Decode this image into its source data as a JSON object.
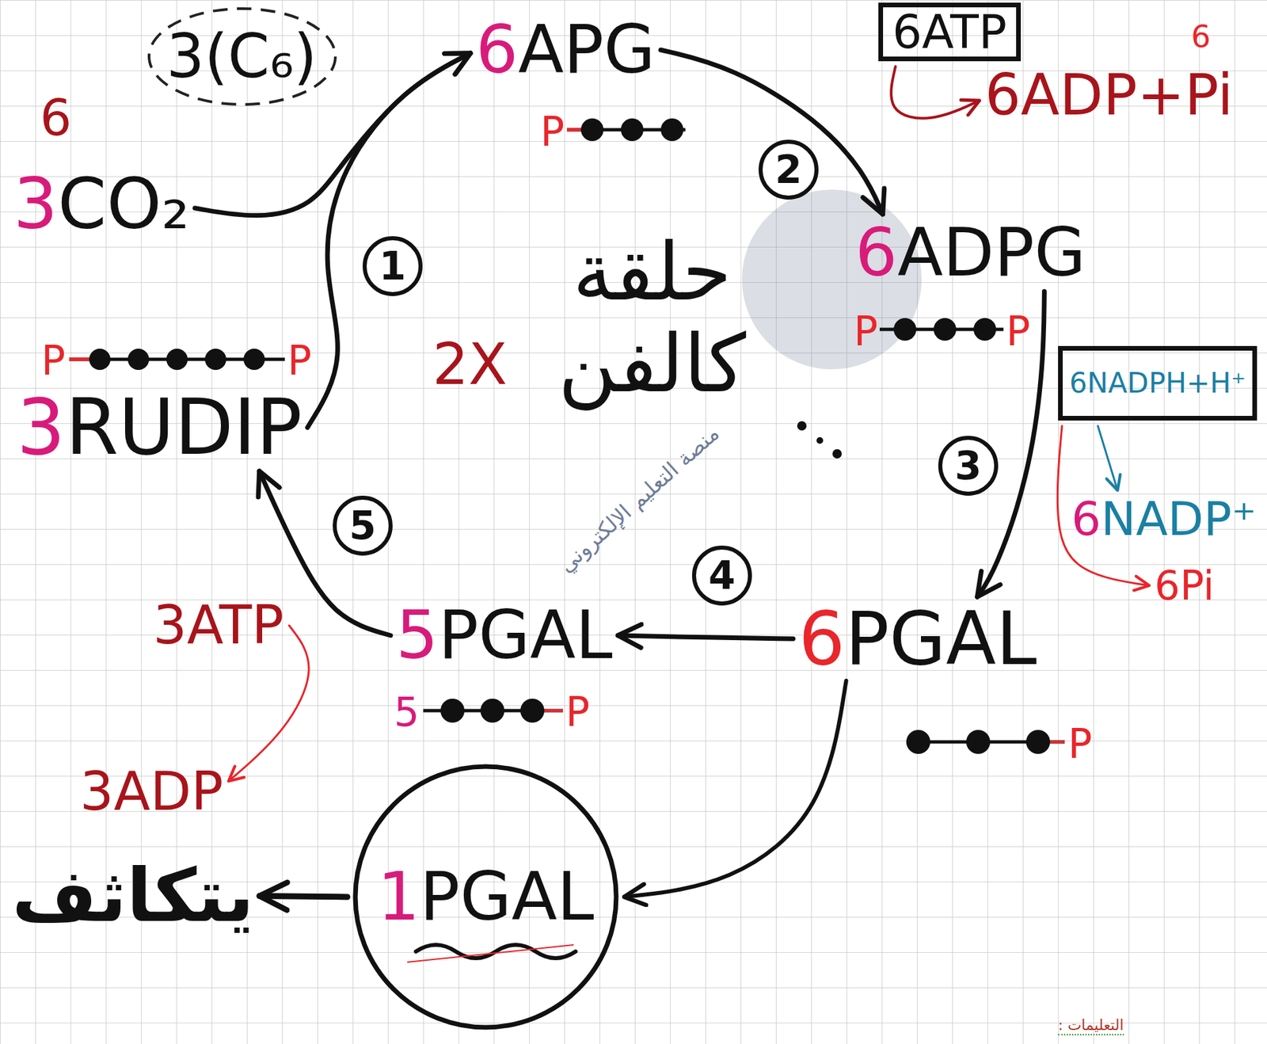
{
  "diagram": {
    "nodes": [
      {
        "text": [
          "6",
          "APG"
        ]
      },
      {
        "text": [
          "6ATP"
        ]
      },
      {
        "text": [
          "6ADP+Pi"
        ]
      },
      {
        "text": [
          "3",
          "CO₂"
        ]
      },
      {
        "text": [
          "6",
          "ADPG"
        ]
      },
      {
        "text": [
          "6NADPH+H⁺"
        ]
      },
      {
        "text": [
          "6",
          "NADP⁺"
        ]
      },
      {
        "text": [
          "6Pi"
        ]
      },
      {
        "text": [
          "3",
          "RUDIP"
        ]
      },
      {
        "text": [
          "5",
          "PGAL"
        ]
      },
      {
        "text": [
          "6",
          "PGAL"
        ]
      },
      {
        "text": [
          "3ATP"
        ]
      },
      {
        "text": [
          "3ADP"
        ]
      },
      {
        "text": [
          "1",
          "PGAL"
        ]
      },
      {
        "text": [
          "يتكاثف"
        ]
      }
    ],
    "edges": [
      {
        "from": 8,
        "to": 0,
        "label": "1",
        "arrow": "to"
      },
      {
        "from": 3,
        "to": 0,
        "arrow": "to"
      },
      {
        "from": 0,
        "to": 4,
        "label": "2",
        "arrow": "to"
      },
      {
        "from": 4,
        "to": 10,
        "label": "3",
        "arrow": "to"
      },
      {
        "from": 10,
        "to": 9,
        "label": "4",
        "arrow": "to"
      },
      {
        "from": 9,
        "to": 8,
        "label": "5",
        "arrow": "to"
      },
      {
        "from": 10,
        "to": 13,
        "arrow": "to"
      },
      {
        "from": 13,
        "to": 14,
        "arrow": "to"
      },
      {
        "from": 1,
        "to": 2,
        "arrow": "to"
      },
      {
        "from": 5,
        "to": 6,
        "arrow": "to"
      },
      {
        "from": 5,
        "to": 7,
        "arrow": "to"
      },
      {
        "from": 11,
        "to": 12,
        "arrow": "to"
      }
    ],
    "labels": [
      "6",
      "3(C₆)",
      "P",
      "P",
      "P",
      "6",
      "P",
      "P",
      "2X",
      "حلقة كالفن",
      "5",
      "P",
      "P",
      "التعليمات :",
      "منصة التعليم الإلكتروني"
    ]
  }
}
